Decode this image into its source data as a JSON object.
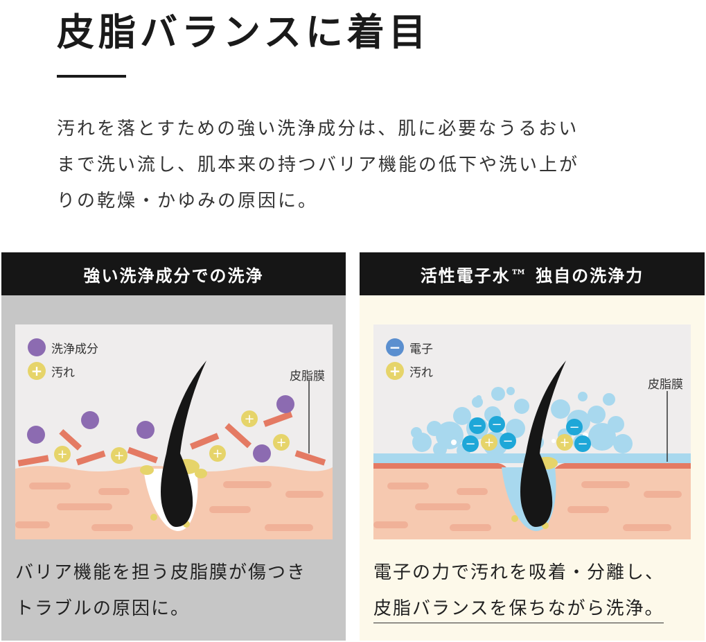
{
  "page": {
    "title": "皮脂バランスに着目",
    "intro_lines": [
      "汚れを落とすための強い洗浄成分は、肌に必要なうるおい",
      "まで洗い流し、肌本来の持つバリア機能の低下や洗い上が",
      "りの乾燥・かゆみの原因に。"
    ]
  },
  "left_panel": {
    "header": "強い洗浄成分での洗浄",
    "legend": [
      {
        "label": "洗浄成分",
        "symbol": "",
        "color": "#8c6bb1"
      },
      {
        "label": "汚れ",
        "symbol": "+",
        "color": "#e6d46a"
      }
    ],
    "film_label": "皮脂膜",
    "caption_lines": [
      "バリア機能を担う皮脂膜が傷つき",
      "トラブルの原因に。"
    ]
  },
  "right_panel": {
    "header": "活性電子水™ 独自の洗浄力",
    "legend": [
      {
        "label": "電子",
        "symbol": "−",
        "color": "#5b8fcf"
      },
      {
        "label": "汚れ",
        "symbol": "+",
        "color": "#e6d46a"
      }
    ],
    "film_label": "皮脂膜",
    "caption_lines": [
      "電子の力で汚れを吸着・分離し、",
      "皮脂バランスを保ちながら洗浄。"
    ]
  },
  "colors": {
    "skin": "#f6c9b0",
    "skin_stripe": "#efa991",
    "sebum_film": "#e47a63",
    "bubble": "#a8d8ee",
    "electron": "#1ea7d8",
    "hair": "#161616"
  }
}
